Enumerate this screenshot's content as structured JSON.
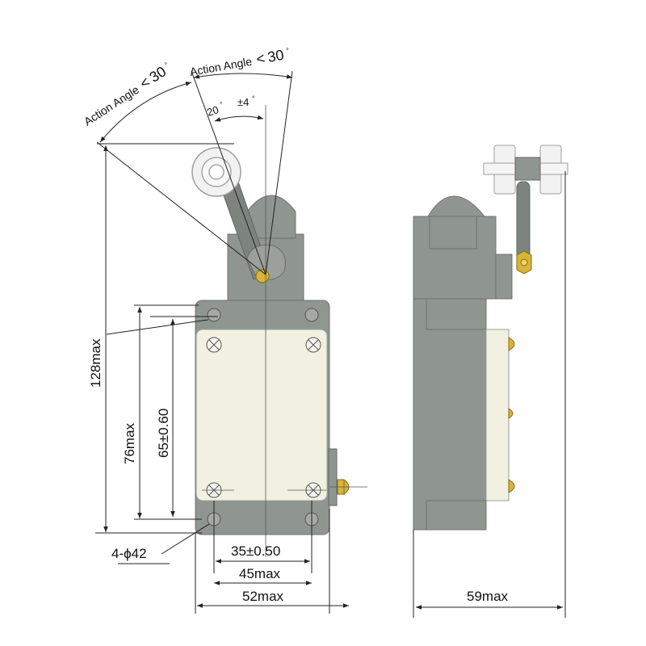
{
  "colors": {
    "housing": "#8f9591",
    "housing_dark": "#7d837f",
    "cover": "#f1f0e1",
    "brass": "#d8b43a",
    "roller": "#f2f2f2",
    "dimension_line": "#222222"
  },
  "angles": {
    "left_label": "Action Angle",
    "left_symbol": "<",
    "left_value": "30",
    "left_degree": "°",
    "right_label": "Action Angle",
    "right_symbol": "<",
    "right_value": "30",
    "right_degree": "°",
    "inner_value": "20",
    "inner_degree": "°",
    "inner_tolerance": "±4",
    "inner_tolerance_degree": "°"
  },
  "dimensions": {
    "overall_height": "128max",
    "body_height": "76max",
    "hole_spacing_vertical": "65±0.60",
    "mounting_holes": "4-ϕ42",
    "hole_spacing_horizontal": "35±0.50",
    "inner_width": "45max",
    "outer_width": "52max",
    "depth": "59max"
  },
  "icons": {
    "screw": "cross-screw-icon",
    "roller": "roller-wheel-icon",
    "pivot": "brass-pivot-icon",
    "terminal": "brass-terminal-icon",
    "nut": "hex-nut-icon"
  }
}
